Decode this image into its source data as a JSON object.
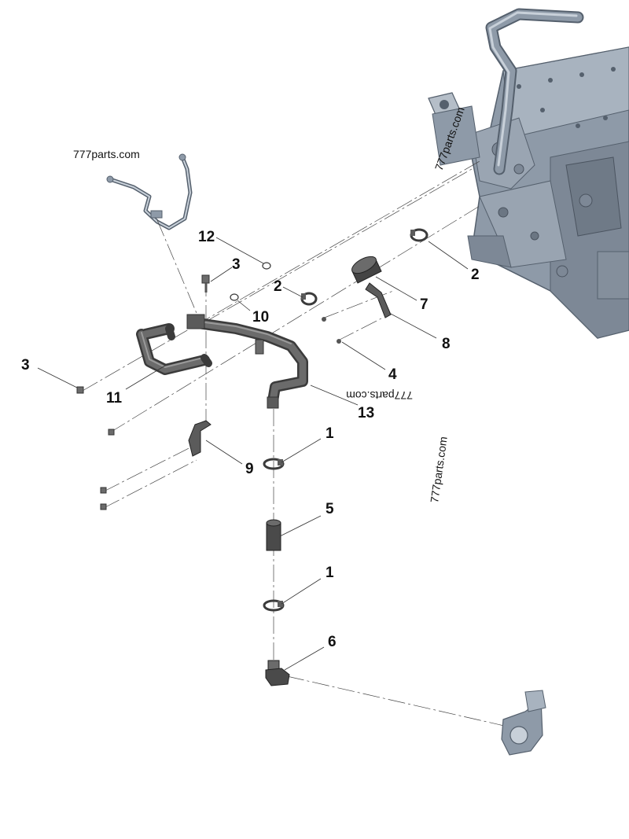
{
  "watermarks": {
    "top_left": "777parts.com",
    "engine": "777parts.com",
    "mirrored": "777parts.com",
    "rotated_right": "777parts.com"
  },
  "callouts": {
    "c12": "12",
    "c3_top": "3",
    "c2_left": "2",
    "c10": "10",
    "c2_right": "2",
    "c7": "7",
    "c8": "8",
    "c3_left": "3",
    "c11": "11",
    "c4": "4",
    "c13": "13",
    "c1_top": "1",
    "c9": "9",
    "c5": "5",
    "c1_bottom": "1",
    "c6": "6"
  },
  "colors": {
    "engine_body": "#8e9aa8",
    "engine_shadow": "#55606d",
    "rubber_part": "#4a4a4a",
    "leader_line": "#333333"
  }
}
